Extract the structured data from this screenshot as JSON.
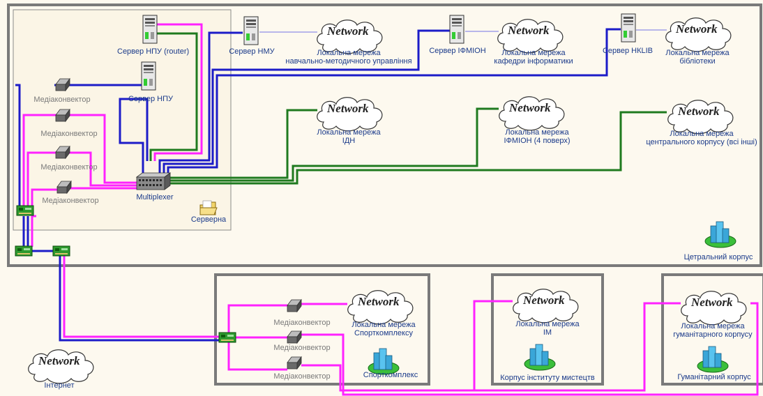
{
  "server_room": {
    "label": "Серверна"
  },
  "servers": {
    "npu_router": "Сервер НПУ (router)",
    "npu": "Сервер НПУ",
    "nmu": "Сервер НМУ",
    "ifmion": "Сервер ІФМІОН",
    "nklib": "Сервер НКLІВ"
  },
  "multiplexer": "Multiplexer",
  "media_converter": "Медіаконвектор",
  "cloud_text": "Network",
  "networks": {
    "nmu": [
      "Локальна мережа",
      "навчально-методичного управління"
    ],
    "informatics": [
      "Локальна мережа",
      "кафедри інформатики"
    ],
    "library": [
      "Локальна мережа",
      "бібліотеки"
    ],
    "idn": [
      "Локальна мережа",
      "ІДН"
    ],
    "ifmion4": [
      "Локальна мережа",
      "ІФМІОН (4 поверх)"
    ],
    "central": [
      "Локальна мережа",
      "центрального корпусу (всі інші)"
    ],
    "sport": [
      "Локальна мережа",
      "Спорткомплексу"
    ],
    "im": [
      "Локальна мережа",
      "ІМ"
    ],
    "humanitarian": [
      "Локальна мережа",
      "гуманітарного корпусу"
    ],
    "internet": "Інтернет"
  },
  "buildings": {
    "central": "Цетральний корпус",
    "sport": "Спорткомплекс",
    "arts": "Корпус інституту мистецтв",
    "humanitarian": "Гуманітарний корпус"
  },
  "colors": {
    "blue_link": "#1c1cc8",
    "green_link": "#1f7a1f",
    "magenta_link": "#ff22ff",
    "thin_link": "#8f8fe8",
    "frame": "#7a7a7a"
  }
}
